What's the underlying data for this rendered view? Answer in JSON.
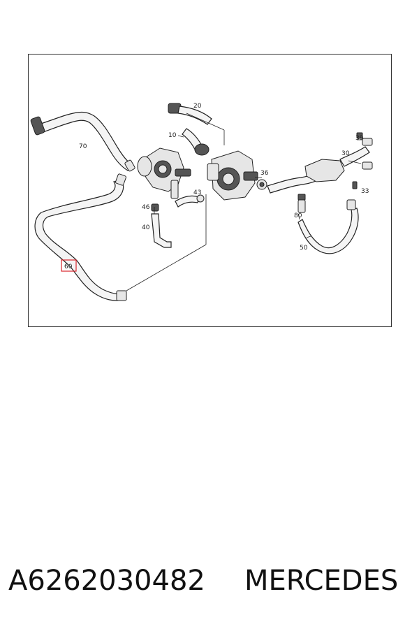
{
  "callouts": [
    "20",
    "10",
    "70",
    "36",
    "39",
    "30",
    "33",
    "43",
    "46",
    "40",
    "80",
    "50",
    "60"
  ],
  "highlight_color": "#d9262c",
  "footer": {
    "part_number": "A6262030482",
    "brand": "MERCEDES"
  }
}
